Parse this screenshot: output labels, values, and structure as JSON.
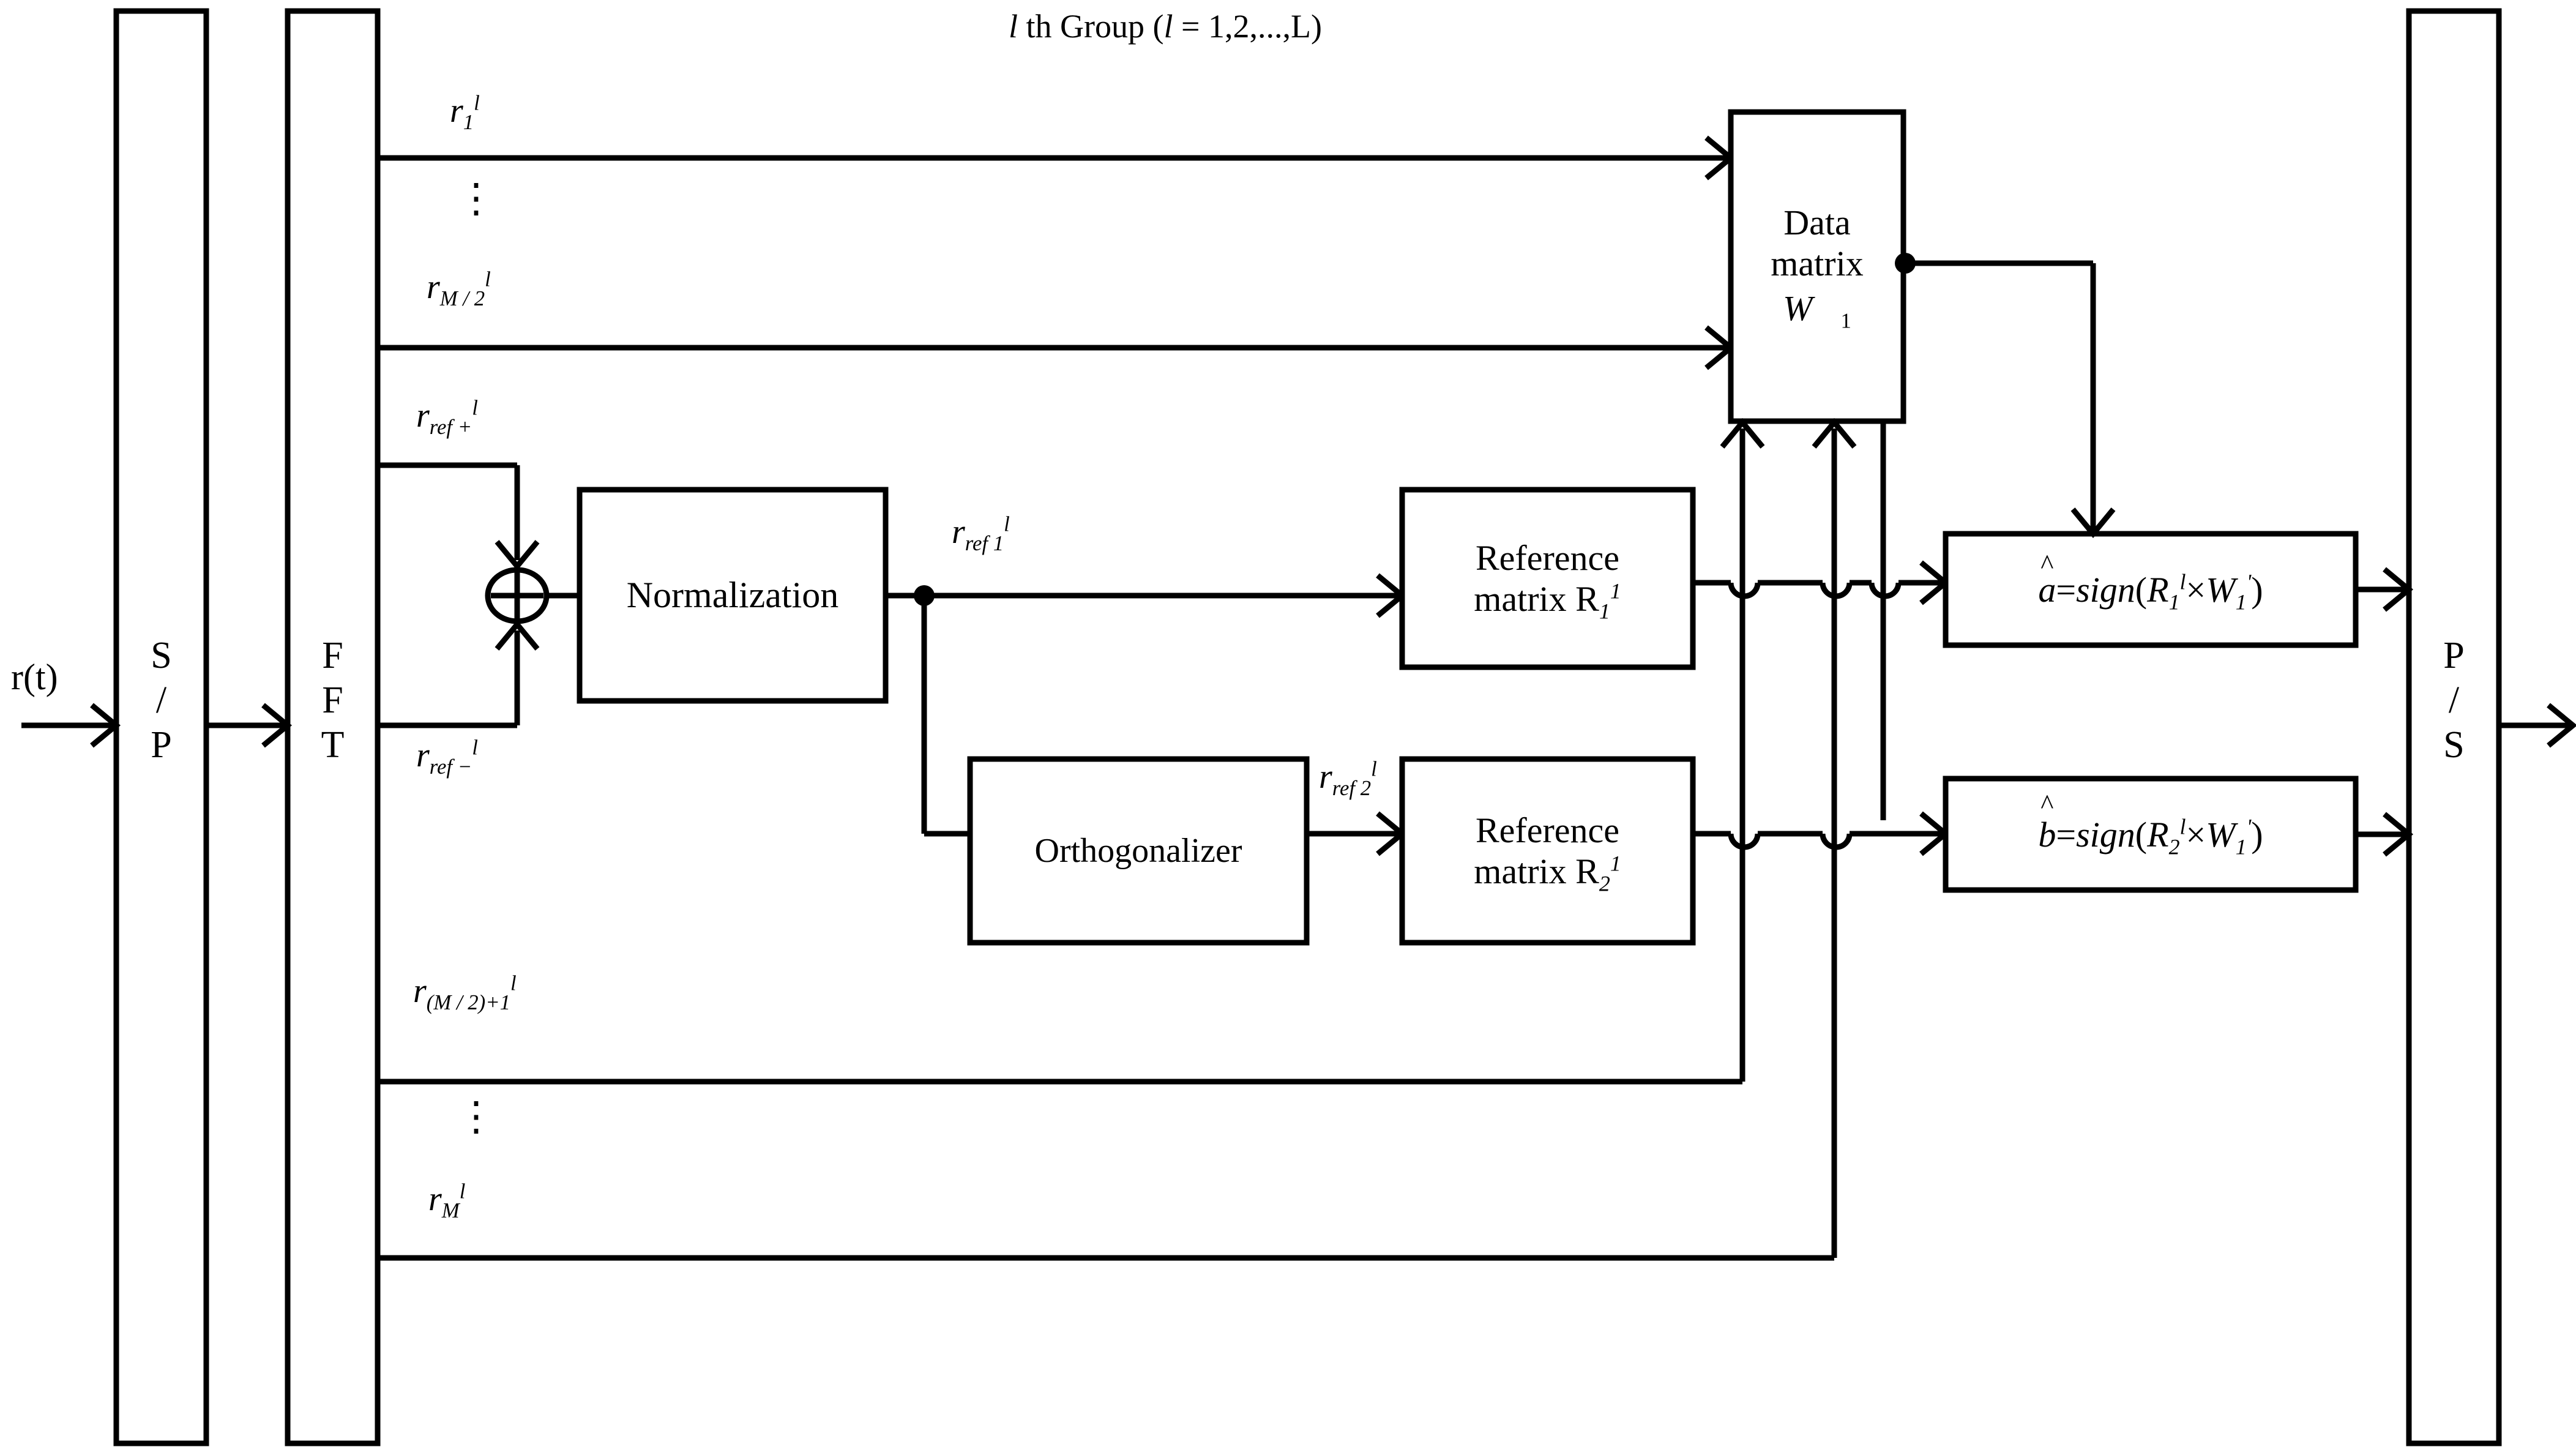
{
  "diagram": {
    "title": "l th Group ( l = 1,2,...,L )",
    "title_parts": {
      "l_italic": "l",
      "rest": " th Group (",
      "l_italic2": "l",
      "eq": " = 1,2,...,L)"
    },
    "input_signal": "r(t)",
    "blocks": {
      "sp": {
        "label": "S / P",
        "lines": [
          "S",
          "/",
          "P"
        ]
      },
      "fft": {
        "label": "F F T",
        "lines": [
          "F",
          "F",
          "T"
        ]
      },
      "normalization": {
        "label": "Normalization"
      },
      "orthogonalizer": {
        "label": "Orthogonalizer"
      },
      "reference_matrix_1": {
        "line1": "Reference",
        "line2": "matrix R",
        "sub": "1",
        "sup": "1"
      },
      "reference_matrix_2": {
        "line1": "Reference",
        "line2": "matrix R",
        "sub": "2",
        "sup": "1"
      },
      "data_matrix": {
        "line1": "Data",
        "line2": "matrix",
        "line3": "W",
        "sub": "1"
      },
      "estimate_a": {
        "lhs": "a",
        "hat": "^",
        "eq": " = ",
        "fn": "sign",
        "open": "(",
        "R": "R",
        "Rsub": "1",
        "Rsup": "l",
        "times": " × ",
        "W": "W",
        "Wsub": "1",
        "Wprime": "'",
        "close": ")"
      },
      "estimate_b": {
        "lhs": "b",
        "hat": "^",
        "eq": " = ",
        "fn": "sign",
        "open": "(",
        "R": "R",
        "Rsub": "2",
        "Rsup": "l",
        "times": " × ",
        "W": "W",
        "Wsub": "1",
        "Wprime": "'",
        "close": ")"
      },
      "ps": {
        "label": "P / S",
        "lines": [
          "P",
          "/",
          "S"
        ]
      },
      "adder": {
        "symbol": "⊕"
      }
    },
    "signal_labels": {
      "r1": {
        "base": "r",
        "sub": "1",
        "sup": "l"
      },
      "rM2": {
        "base": "r",
        "sub": "M / 2",
        "sup": "l"
      },
      "rrefplus": {
        "base": "r",
        "sub": "ref +",
        "sup": "l"
      },
      "rrefminus": {
        "base": "r",
        "sub": "ref −",
        "sup": "l"
      },
      "rref1": {
        "base": "r",
        "sub": "ref 1",
        "sup": "l"
      },
      "rref2": {
        "base": "r",
        "sub": "ref 2",
        "sup": "l"
      },
      "rM2plus1": {
        "base": "r",
        "sub": "(M / 2)+1",
        "sup": "l"
      },
      "rM": {
        "base": "r",
        "sub": "M",
        "sup": "l"
      }
    },
    "ellipsis": {
      "glyph": "⋮",
      "top": "vertical-dots-top",
      "bottom": "vertical-dots-bottom"
    },
    "colors": {
      "line": "#000000",
      "background": "#ffffff"
    }
  }
}
